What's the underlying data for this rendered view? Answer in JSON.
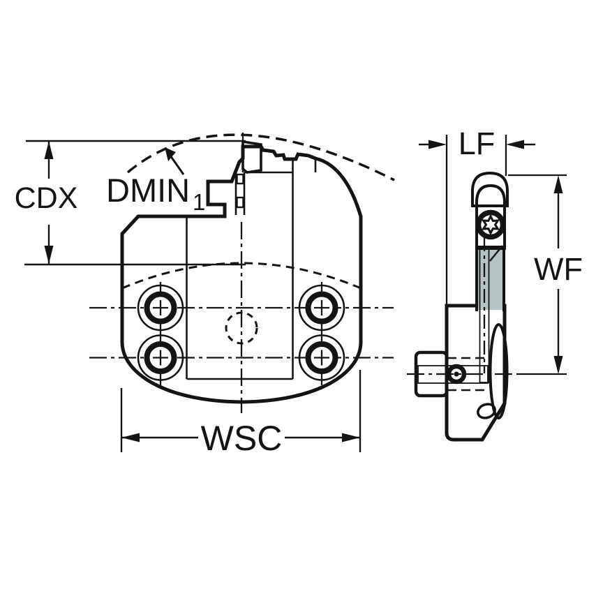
{
  "labels": {
    "cdx": "CDX",
    "dmin": "DMIN",
    "dmin_subscript": "1",
    "wsc": "WSC",
    "lf": "LF",
    "wf": "WF"
  },
  "colors": {
    "body": "#b5c3c5",
    "insert": "#f6c500",
    "coolant": "#82d4e8",
    "line": "#141414",
    "bg": "#ffffff"
  }
}
